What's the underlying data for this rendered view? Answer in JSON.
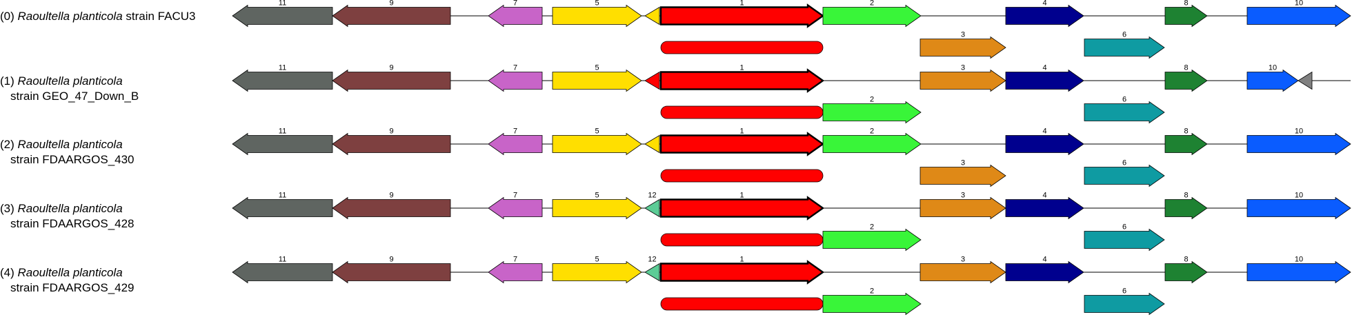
{
  "colors": {
    "1": "#ff0000",
    "2": "#39f539",
    "3": "#df8917",
    "4": "#00008e",
    "5": "#ffdf00",
    "6": "#0f9ba2",
    "7": "#c864c8",
    "8": "#1e8232",
    "9": "#7e4040",
    "10": "#0a5cff",
    "11": "#5f6561",
    "12": "#5ccc96",
    "grey": "#808080"
  },
  "tracks": [
    {
      "index": "(0)",
      "species": "Raoultella planticola",
      "strain_inline": "strain FACU3",
      "strain_line2": "",
      "genes": [
        {
          "num": "11"
        },
        {
          "num": "9"
        },
        {
          "num": "7"
        },
        {
          "num": "5"
        },
        {
          "num": ""
        },
        {
          "num": "1"
        },
        {
          "num": "2"
        },
        {
          "num": "4"
        },
        {
          "num": "8"
        },
        {
          "num": "10"
        },
        {
          "num": ""
        },
        {
          "num": "3"
        },
        {
          "num": "6"
        }
      ]
    },
    {
      "index": "(1)",
      "species": "Raoultella planticola",
      "strain_inline": "",
      "strain_line2": "strain GEO_47_Down_B",
      "genes": [
        {
          "num": "11"
        },
        {
          "num": "9"
        },
        {
          "num": "7"
        },
        {
          "num": "5"
        },
        {
          "num": ""
        },
        {
          "num": "1"
        },
        {
          "num": "3"
        },
        {
          "num": "4"
        },
        {
          "num": "8"
        },
        {
          "num": "10"
        },
        {
          "num": ""
        },
        {
          "num": ""
        },
        {
          "num": "2"
        },
        {
          "num": "6"
        }
      ]
    },
    {
      "index": "(2)",
      "species": "Raoultella planticola",
      "strain_inline": "",
      "strain_line2": "strain FDAARGOS_430",
      "genes": [
        {
          "num": "11"
        },
        {
          "num": "9"
        },
        {
          "num": "7"
        },
        {
          "num": "5"
        },
        {
          "num": ""
        },
        {
          "num": "1"
        },
        {
          "num": "2"
        },
        {
          "num": "4"
        },
        {
          "num": "8"
        },
        {
          "num": "10"
        },
        {
          "num": ""
        },
        {
          "num": "3"
        },
        {
          "num": "6"
        }
      ]
    },
    {
      "index": "(3)",
      "species": "Raoultella planticola",
      "strain_inline": "",
      "strain_line2": "strain FDAARGOS_428",
      "genes": [
        {
          "num": "11"
        },
        {
          "num": "9"
        },
        {
          "num": "7"
        },
        {
          "num": "5"
        },
        {
          "num": "12"
        },
        {
          "num": "1"
        },
        {
          "num": "3"
        },
        {
          "num": "4"
        },
        {
          "num": "8"
        },
        {
          "num": "10"
        },
        {
          "num": ""
        },
        {
          "num": "2"
        },
        {
          "num": "6"
        }
      ]
    },
    {
      "index": "(4)",
      "species": "Raoultella planticola",
      "strain_inline": "",
      "strain_line2": "strain FDAARGOS_429",
      "genes": [
        {
          "num": "11"
        },
        {
          "num": "9"
        },
        {
          "num": "7"
        },
        {
          "num": "5"
        },
        {
          "num": "12"
        },
        {
          "num": "1"
        },
        {
          "num": "3"
        },
        {
          "num": "4"
        },
        {
          "num": "8"
        },
        {
          "num": "10"
        },
        {
          "num": ""
        },
        {
          "num": "2"
        },
        {
          "num": "6"
        }
      ]
    }
  ]
}
